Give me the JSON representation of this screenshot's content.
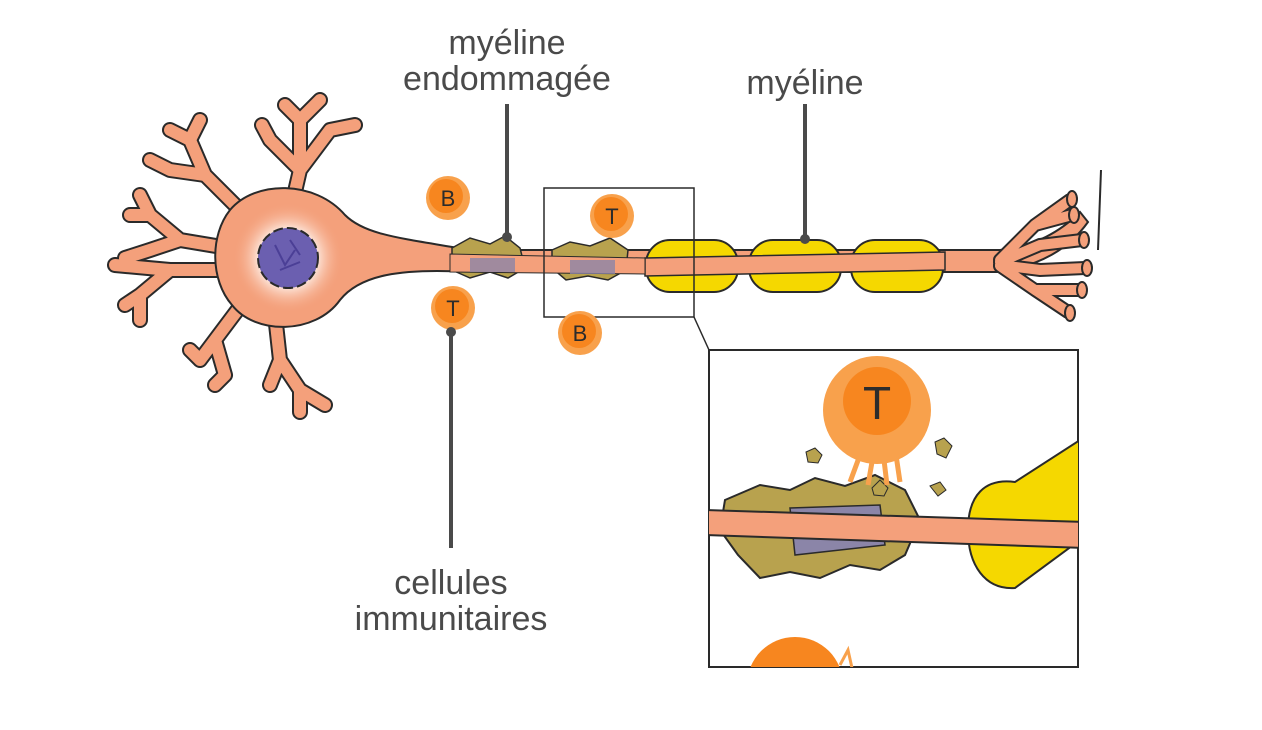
{
  "labels": {
    "damaged_myelin_line1": "myéline",
    "damaged_myelin_line2": "endommagée",
    "myelin": "myéline",
    "immune_line1": "cellules",
    "immune_line2": "immunitaires"
  },
  "cells": {
    "b1": "B",
    "t1": "T",
    "t2": "T",
    "b2": "B",
    "zoom_t": "T"
  },
  "colors": {
    "neuron": "#f4a07b",
    "neuron_outline": "#2a2a2a",
    "nucleus": "#6b5fb0",
    "myelin": "#f5d800",
    "damaged_myelin": "#b8a24e",
    "immune_cell": "#f7861f",
    "immune_cell_halo": "#f8a14c",
    "label": "#4a4a4a"
  }
}
